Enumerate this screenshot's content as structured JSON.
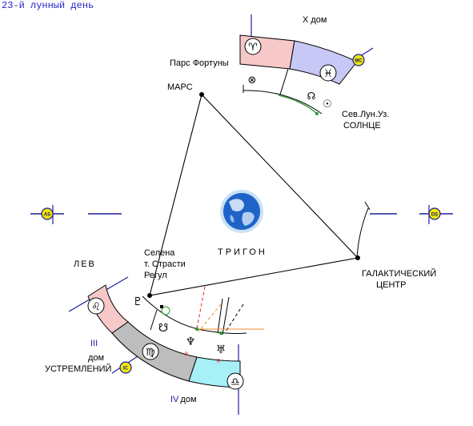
{
  "header": {
    "lunar_day": "23-й лунный день"
  },
  "top_house": {
    "title": "X дом",
    "aries_symbol": "♈",
    "pisces_symbol": "♓",
    "mc_badge": "MC",
    "pars_fortuny": "Парс Фортуны",
    "pars_symbol": "⊗",
    "node_symbol": "☊",
    "sun_symbol": "☉",
    "node_label": "Сев.Лун.Уз.",
    "sun_label": "СОЛНЦЕ"
  },
  "triangle": {
    "label": "ТРИГОН",
    "mars_label": "МАРС",
    "galactic_center_label": "ГАЛАКТИЧЕСКИЙ\nЦЕНТР"
  },
  "axes": {
    "as_badge": "AS",
    "ds_badge": "DS",
    "ic_badge": "IC"
  },
  "bottom_house": {
    "leo": "ЛЕВ",
    "selena_lines": [
      "Селена",
      "т. Страсти",
      "Регул"
    ],
    "house3_numeral": "III",
    "house3_word": "дом",
    "house3_name": "УСТРЕМЛЕНИЙ",
    "house4_label": "IV дом",
    "leo_symbol": "♌",
    "virgo_symbol": "♍",
    "libra_symbol": "♎",
    "pluto_symbol": "♇",
    "neptune_symbol": "♆",
    "uranus_symbol": "♅",
    "south_node_symbol": "☋",
    "small_r1": "R",
    "small_r2": "R"
  },
  "colors": {
    "line_blue": "#1f1f9c",
    "pink": "#f6c8c8",
    "lavender": "#c8c8f6",
    "gray": "#bdbdbd",
    "cyan": "#a8f0f8",
    "dashed_red": "#e02020",
    "dashed_orange": "#f08c30",
    "green_dot": "#2a9a2a",
    "globe_blue": "#1e64c8"
  }
}
